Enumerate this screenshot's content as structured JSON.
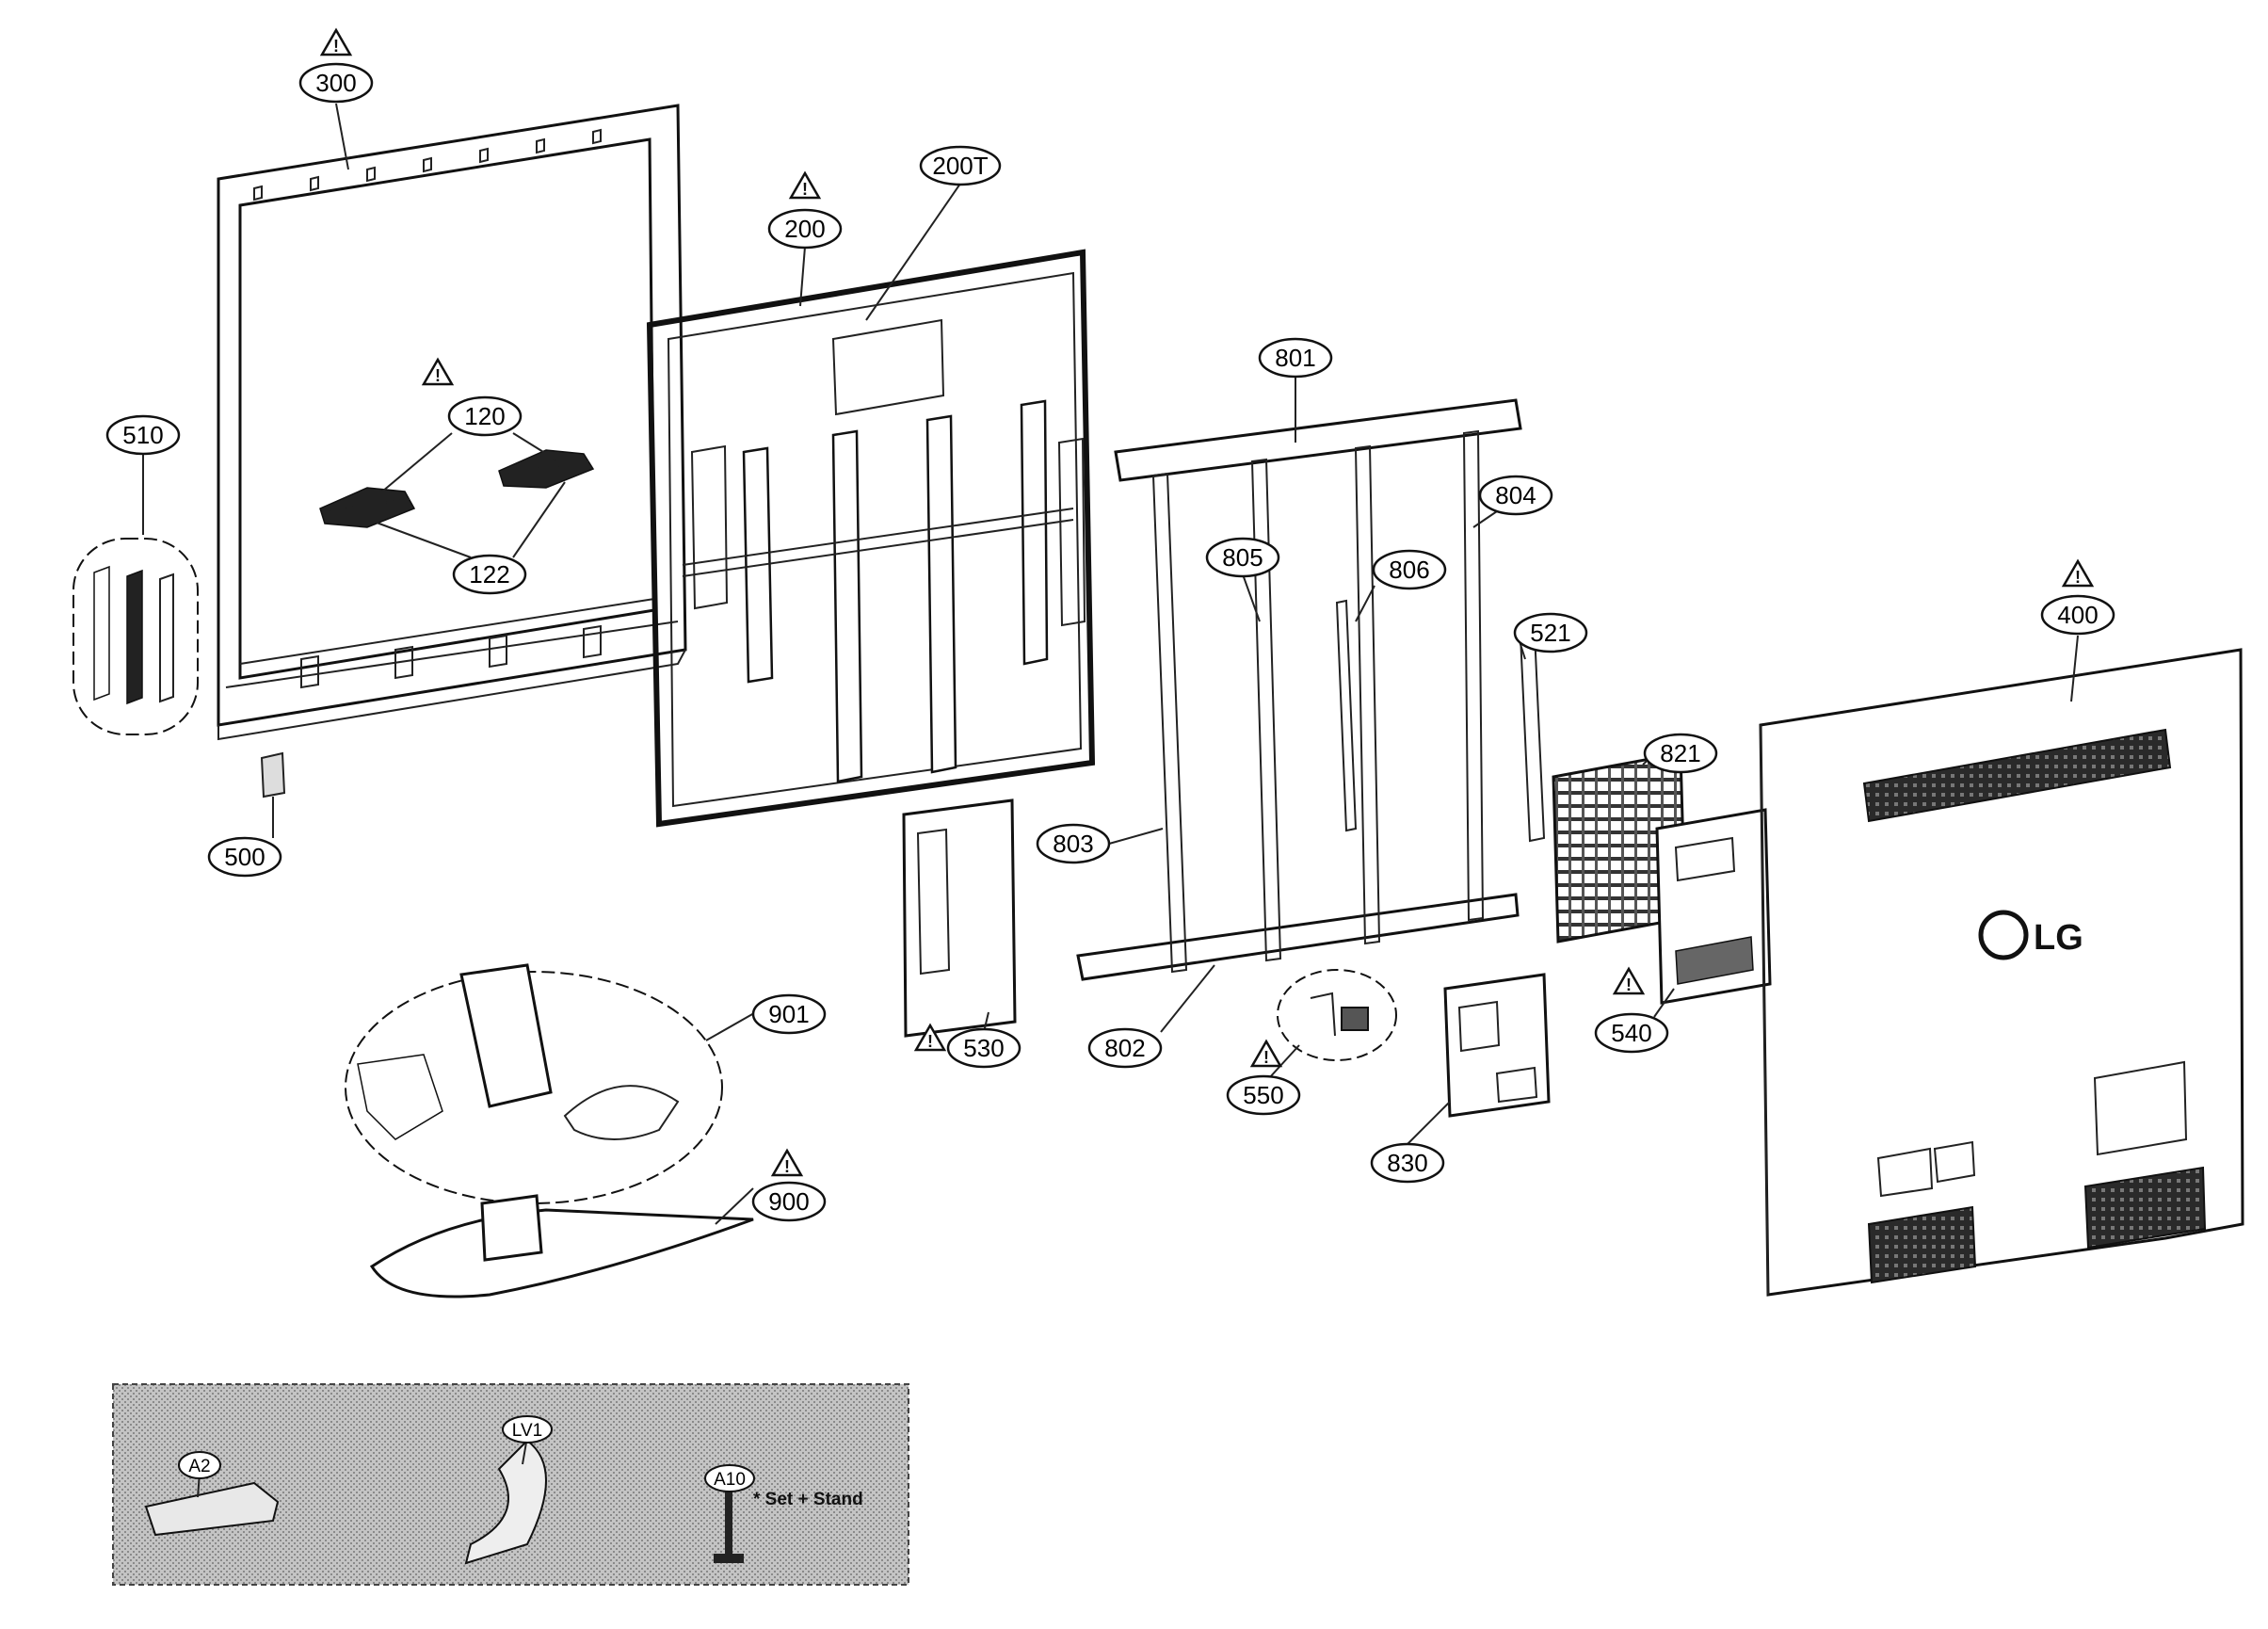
{
  "callouts": {
    "c300": "300",
    "c200T": "200T",
    "c200": "200",
    "c120": "120",
    "c122": "122",
    "c510": "510",
    "c500": "500",
    "c801": "801",
    "c804": "804",
    "c805": "805",
    "c806": "806",
    "c521": "521",
    "c821": "821",
    "c400": "400",
    "c803": "803",
    "c530": "530",
    "c802": "802",
    "c550": "550",
    "c830": "830",
    "c540": "540",
    "c901": "901",
    "c900": "900"
  },
  "accessories": {
    "a2": "A2",
    "lv1": "LV1",
    "a10": "A10",
    "note": "* Set + Stand"
  },
  "brand_logo_text": "LG",
  "warning_symbol": "!",
  "colors": {
    "line": "#111111",
    "accessory_panel": "#b8b8b8",
    "background": "#ffffff"
  }
}
